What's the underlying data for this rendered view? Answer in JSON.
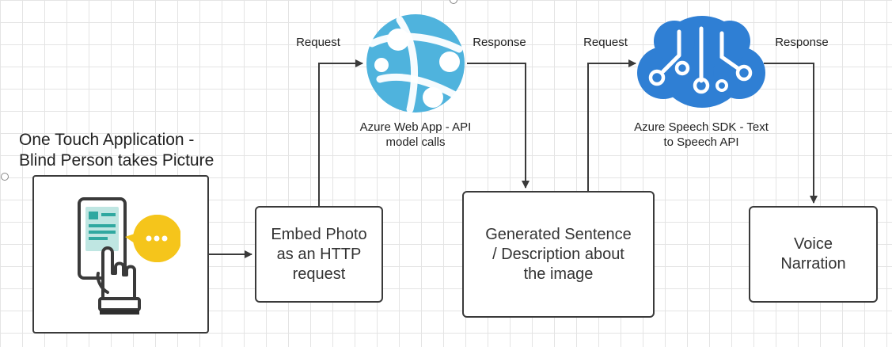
{
  "title": {
    "line1": "One Touch Application -",
    "line2": "Blind Person takes Picture"
  },
  "nodes": {
    "embed_photo": {
      "lines": [
        "Embed Photo",
        "as an HTTP",
        "request"
      ]
    },
    "generated_sentence": {
      "lines": [
        "Generated Sentence",
        "/ Description about",
        "the image"
      ]
    },
    "voice_narration": {
      "lines": [
        "Voice",
        "Narration"
      ]
    }
  },
  "services": {
    "azure_web_app": {
      "lines": [
        "Azure Web App - API",
        "model calls"
      ],
      "icon": "azure-web-app-icon",
      "color": "#4fb3dd"
    },
    "azure_speech": {
      "lines": [
        "Azure Speech SDK - Text",
        "to Speech API"
      ],
      "icon": "azure-speech-brain-icon",
      "color": "#2f7fd4"
    }
  },
  "edges": {
    "request_1": "Request",
    "response_1": "Response",
    "request_2": "Request",
    "response_2": "Response"
  },
  "phone_illustration": {
    "icon": "phone-touch-chat-icon",
    "bubble_color": "#f5c51b",
    "accent_color": "#2fa8a0"
  }
}
